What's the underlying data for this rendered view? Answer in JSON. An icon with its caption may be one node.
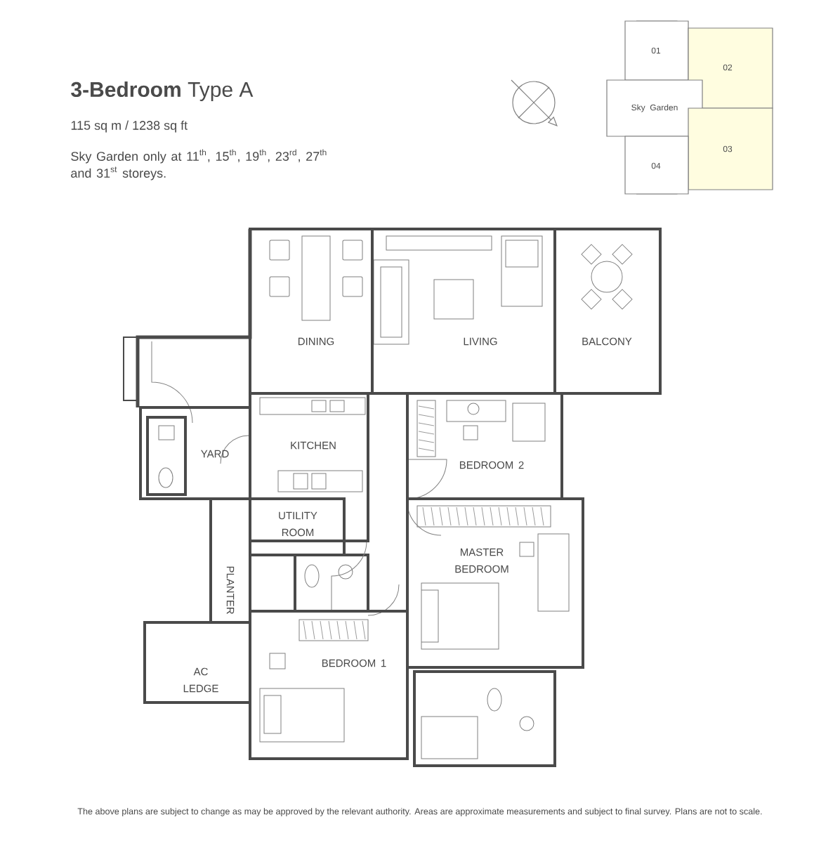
{
  "diagram": {
    "title": "**3-Bedroom** Type A",
    "caption": "The above plans are subject to change as may be approved by the relevant authority. Areas are approximate measurements and subject to final survey. Plans are not to scale.",
    "nodes": [
      {
        "text": [
          "DINING"
        ]
      },
      {
        "text": [
          "LIVING"
        ]
      },
      {
        "text": [
          "BALCONY"
        ]
      },
      {
        "text": [
          "KITCHEN"
        ]
      },
      {
        "text": [
          "YARD"
        ]
      },
      {
        "text": [
          "UTILITY ROOM"
        ]
      },
      {
        "text": [
          "BEDROOM 2"
        ]
      },
      {
        "text": [
          "MASTER BEDROOM"
        ]
      },
      {
        "text": [
          "PLANTER"
        ]
      },
      {
        "text": [
          "AC LEDGE"
        ]
      },
      {
        "text": [
          "BEDROOM 1"
        ]
      },
      {
        "text": [
          "01"
        ]
      },
      {
        "text": [
          "02"
        ]
      },
      {
        "text": [
          "Sky Garden"
        ]
      },
      {
        "text": [
          "03"
        ]
      },
      {
        "text": [
          "04"
        ]
      }
    ],
    "labels": [
      "115 sq m / 1238 sq ft",
      "Sky Garden only at 11$^{th}$, 15$^{th}$, 19$^{th}$, 23$^{rd}$, 27$^{th}$ and 31$^{st}$ storeys."
    ]
  }
}
